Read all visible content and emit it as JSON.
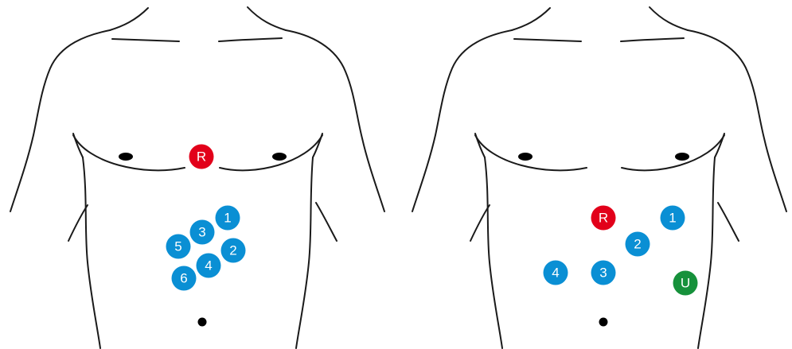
{
  "colors": {
    "electrode_blue": "#0a8fd4",
    "reference_red": "#e2001a",
    "ground_green": "#16913b",
    "label_text": "#ffffff",
    "outline": "#1a1a1a"
  },
  "left_torso": {
    "reference": {
      "label": "R",
      "color": "#e2001a"
    },
    "electrodes": [
      {
        "label": "1",
        "color": "#0a8fd4"
      },
      {
        "label": "2",
        "color": "#0a8fd4"
      },
      {
        "label": "3",
        "color": "#0a8fd4"
      },
      {
        "label": "4",
        "color": "#0a8fd4"
      },
      {
        "label": "5",
        "color": "#0a8fd4"
      },
      {
        "label": "6",
        "color": "#0a8fd4"
      }
    ]
  },
  "right_torso": {
    "reference": {
      "label": "R",
      "color": "#e2001a"
    },
    "ground": {
      "label": "U",
      "color": "#16913b"
    },
    "electrodes": [
      {
        "label": "1",
        "color": "#0a8fd4"
      },
      {
        "label": "2",
        "color": "#0a8fd4"
      },
      {
        "label": "3",
        "color": "#0a8fd4"
      },
      {
        "label": "4",
        "color": "#0a8fd4"
      }
    ]
  }
}
